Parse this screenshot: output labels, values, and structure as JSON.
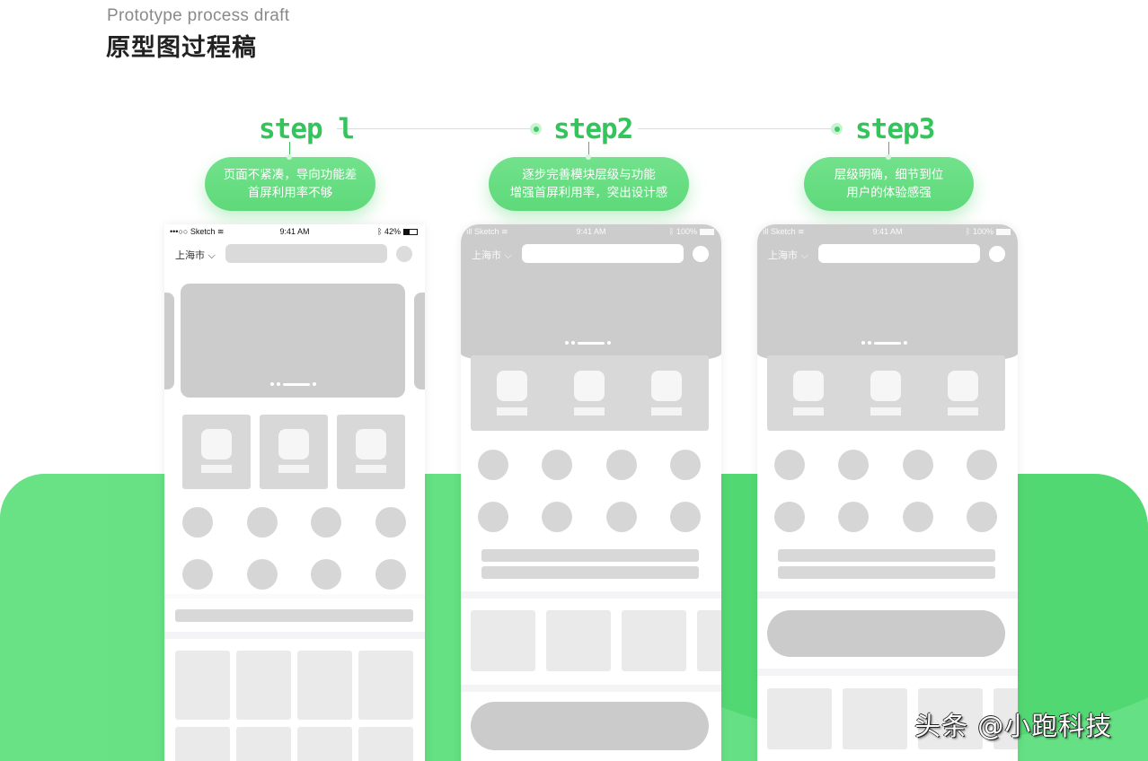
{
  "header": {
    "subtitle_en": "Prototype process draft",
    "title_cn": "原型图过程稿"
  },
  "colors": {
    "accent_green": "#34c45c",
    "background_green": "#66e084",
    "placeholder_gray": "#cccccc"
  },
  "steps": [
    {
      "label": "step1",
      "display_label": "step l",
      "description_line1": "页面不紧凑，导向功能差",
      "description_line2": "首屏利用率不够"
    },
    {
      "label": "step2",
      "display_label": "step2",
      "description_line1": "逐步完善模块层级与功能",
      "description_line2": "增强首屏利用率，突出设计感"
    },
    {
      "label": "step3",
      "display_label": "step3",
      "description_line1": "层级明确，细节到位",
      "description_line2": "用户的体验感强"
    }
  ],
  "phones": [
    {
      "status_left": "•••○○ Sketch",
      "wifi_icon": "wifi-icon",
      "time": "9:41 AM",
      "bluetooth_icon": "bluetooth-icon",
      "battery": "42%",
      "battery_fill": 42,
      "city": "上海市",
      "city_chevron": "⌵"
    },
    {
      "status_left": "ıll Sketch",
      "wifi_icon": "wifi-icon",
      "time": "9:41 AM",
      "bluetooth_icon": "bluetooth-icon",
      "battery": "100%",
      "battery_fill": 100,
      "city": "上海市",
      "city_chevron": "⌵"
    },
    {
      "status_left": "ıll Sketch",
      "wifi_icon": "wifi-icon",
      "time": "9:41 AM",
      "bluetooth_icon": "bluetooth-icon",
      "battery": "100%",
      "battery_fill": 100,
      "city": "上海市",
      "city_chevron": "⌵"
    }
  ],
  "watermark": "头条 @小跑科技"
}
